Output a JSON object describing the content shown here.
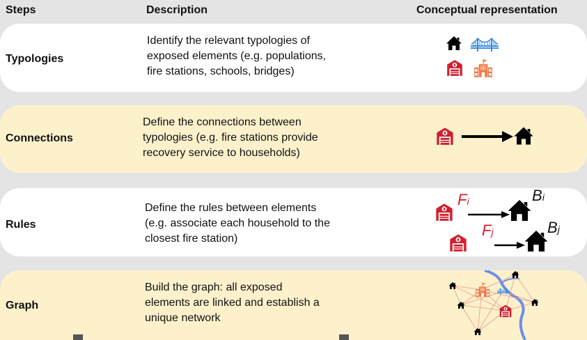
{
  "headers": {
    "steps": "Steps",
    "description": "Description",
    "concept": "Conceptual representation"
  },
  "rows": [
    {
      "step": "Typologies",
      "lines": [
        "Identify the relevant typologies of",
        "exposed elements (e.g. populations,",
        "fire stations, schools, bridges)"
      ]
    },
    {
      "step": "Connections",
      "lines": [
        "Define the connections between",
        "typologies (e.g. fire stations provide",
        "recovery service to households)"
      ]
    },
    {
      "step": "Rules",
      "lines": [
        "Define the rules between elements",
        "(e.g. associate each household to the",
        "closest fire station)"
      ]
    },
    {
      "step": "Graph",
      "lines": [
        "Build the graph: all exposed",
        "elements are linked and establish a",
        "unique network"
      ]
    }
  ],
  "rules_labels": {
    "f": "F",
    "i": "i",
    "b": "B",
    "j": "j"
  },
  "colors": {
    "white_row": "#ffffff",
    "yellow_row": "#fdf1cc",
    "fire_red": "#d0202e",
    "school_orange": "#ef7a45",
    "bridge_blue": "#3c8ee0",
    "house_black": "#000000",
    "river_blue": "#6a8fe8"
  },
  "icons": [
    "house-icon",
    "bridge-icon",
    "fire-station-icon",
    "school-icon",
    "arrow-icon",
    "river-icon"
  ]
}
